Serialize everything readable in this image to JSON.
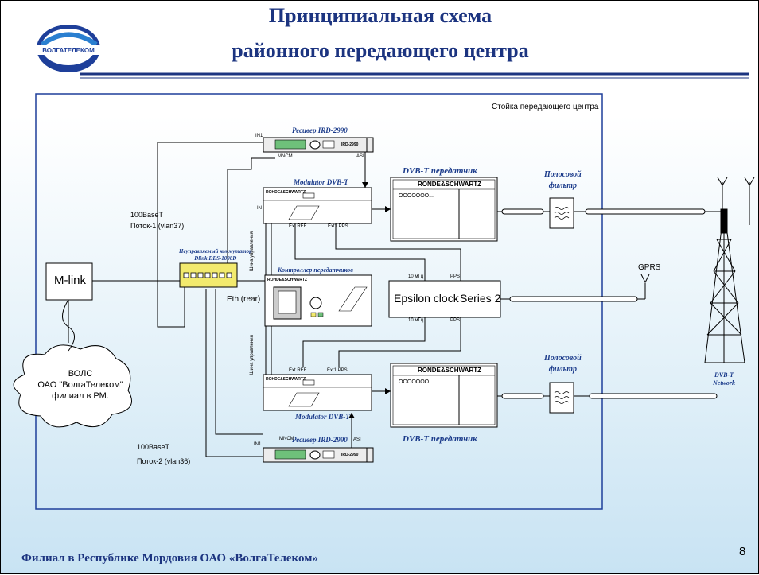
{
  "title": {
    "line1": "Принципиальная схема",
    "line2": "районного передающего центра"
  },
  "logo": {
    "text": "ВОЛГАТЕЛЕКОМ"
  },
  "rack_label": "Стойка передающего центра",
  "mlink": "M-link",
  "cloud": {
    "line1": "ВОЛС",
    "line2": "ОАО \"ВолгаТелеком\"",
    "line3": "филиал в РМ."
  },
  "link1": {
    "line1": "100BaseT",
    "line2": "Поток-1 (vlan37)"
  },
  "link2": {
    "line1": "100BaseT",
    "line2": "Поток-2 (vlan36)"
  },
  "switch": {
    "line1": "Неуправляемый коммутатор",
    "line2": "Dlink DES-1008D"
  },
  "eth_rear": "Eth (rear)",
  "receiver_top": {
    "label": "Ресивер IRD-2990",
    "in": "IN1",
    "mncm": "MNCM",
    "asi": "ASI",
    "model": "IRD-2990"
  },
  "receiver_bottom": {
    "label": "Ресивер IRD-2990",
    "in": "IN1",
    "mncm": "MNCM",
    "asi": "ASI",
    "model": "IRD-2990"
  },
  "modulator_top": {
    "label": "Modulator DVB-T",
    "brand": "ROHDE&SCHWARTZ",
    "in": "IN",
    "ext_ref": "Ext REF",
    "ext_pps": "Ext1 PPS"
  },
  "modulator_bottom": {
    "label": "Modulator DVB-T",
    "brand": "ROHDE&SCHWARTZ",
    "ext_ref": "Ext REF",
    "ext_pps": "Ext1 PPS"
  },
  "bus_label": "Шина управления",
  "controller": {
    "label": "Контроллер передатчиков",
    "brand": "ROHDE&SCHWARTZ"
  },
  "transmitter_top": {
    "label": "DVB-T передатчик",
    "brand": "RONDE&SCHWARTZ",
    "dots": "OOOOOOO..."
  },
  "transmitter_bottom": {
    "label": "DVB-T передатчик",
    "brand": "RONDE&SCHWARTZ",
    "dots": "OOOOOOO..."
  },
  "clock": {
    "name": "Epsilon clock",
    "series": "Series 2",
    "mhz_top": "10 мГц",
    "pps_top": "PPS",
    "mhz_bottom": "10 мГц",
    "pps_bottom": "PPS"
  },
  "gprs": "GPRS",
  "filter_top": {
    "line1": "Полосовой",
    "line2": "фильтр"
  },
  "filter_bottom": {
    "line1": "Полосовой",
    "line2": "фильтр"
  },
  "network": {
    "line1": "DVB-T",
    "line2": "Network"
  },
  "footer": "Филиал в Республике Мордовия ОАО «ВолгаТелеком»",
  "page_number": "8",
  "colors": {
    "title": "#1c3480",
    "accent": "#1a3a8a",
    "switch": "#f2ea6e",
    "line": "#000000"
  }
}
